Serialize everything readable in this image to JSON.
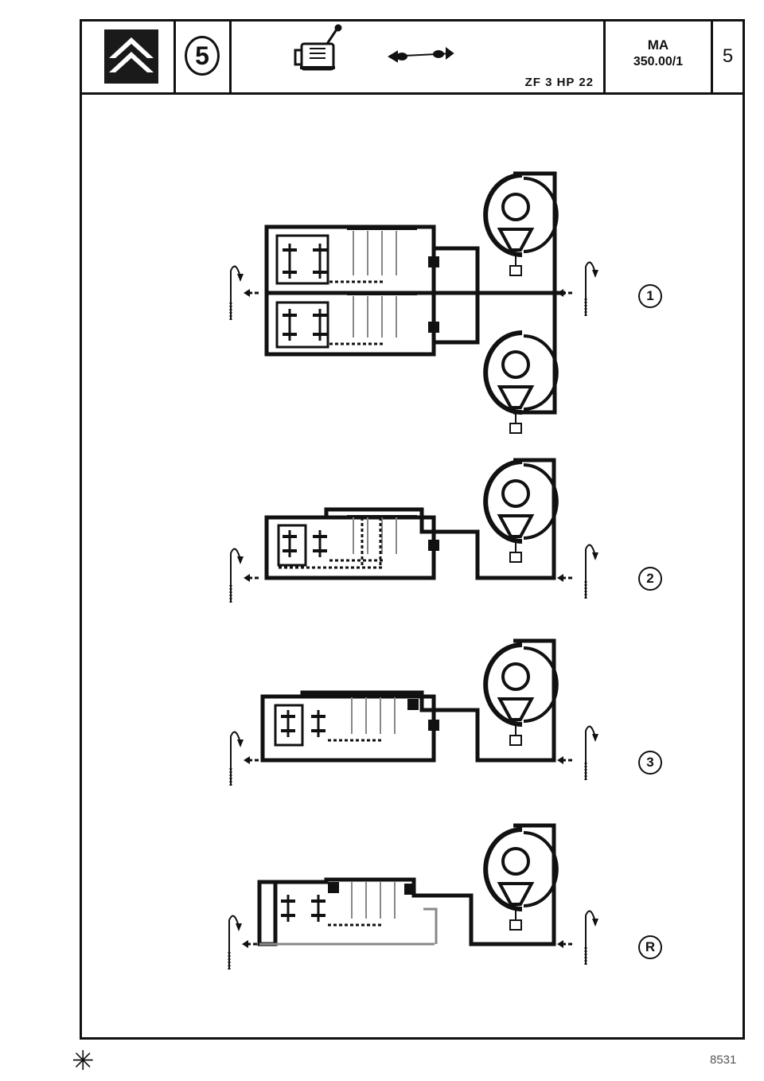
{
  "header": {
    "section_number": "5",
    "model": "ZF 3 HP 22",
    "ref_line1": "MA",
    "ref_line2": "350.00/1",
    "page": "5"
  },
  "gears": [
    {
      "label": "1"
    },
    {
      "label": "2"
    },
    {
      "label": "3"
    },
    {
      "label": "R"
    }
  ],
  "footer": {
    "asterisk": "✳",
    "code": "8531"
  }
}
